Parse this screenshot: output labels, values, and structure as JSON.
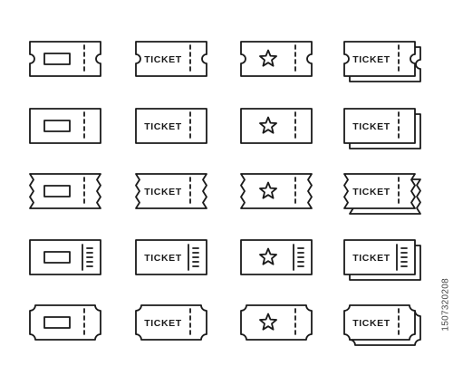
{
  "icon_set": {
    "ticket_label": "TICKET",
    "stroke_color": "#1a1a1a",
    "background_color": "#ffffff",
    "columns": [
      "blank-window-ticket",
      "ticket-text",
      "star-ticket",
      "stacked-ticket-text"
    ],
    "rows": [
      "notched-ticket",
      "rectangle-ticket",
      "serrated-ticket",
      "barcode-stub-ticket",
      "rounded-corner-ticket"
    ]
  },
  "stock_id": "1507320208"
}
